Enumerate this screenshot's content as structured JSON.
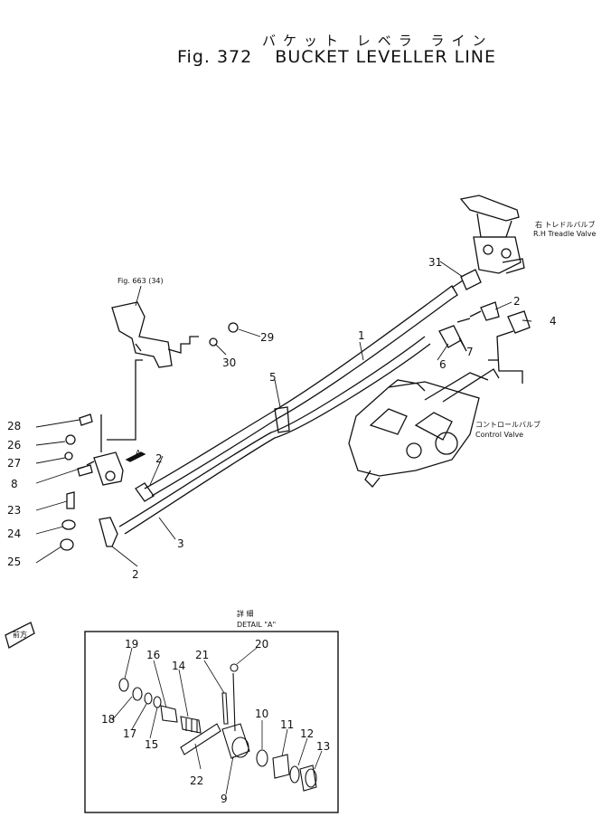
{
  "title": {
    "japanese": "バケット レベラ ライン",
    "fig": "Fig. 372",
    "english": "BUCKET LEVELLER LINE"
  },
  "labels": {
    "fig_ref": "Fig. 663 (34)",
    "treadle_jp": "右 トレドルバルブ",
    "treadle_en": "R.H Treadle Valve",
    "control_jp": "コントロールバルブ",
    "control_en": "Control Valve",
    "detail_jp": "詳 細",
    "detail_en": "DETAIL \"A\"",
    "arrow_a": "A",
    "front_mark": "前方"
  },
  "callouts": {
    "c1": "1",
    "c2a": "2",
    "c2b": "2",
    "c2c": "2",
    "c3": "3",
    "c4": "4",
    "c5": "5",
    "c6": "6",
    "c7": "7",
    "c8": "8",
    "c9": "9",
    "c10": "10",
    "c11": "11",
    "c12": "12",
    "c13": "13",
    "c14": "14",
    "c15": "15",
    "c16": "16",
    "c17": "17",
    "c18": "18",
    "c19": "19",
    "c20": "20",
    "c21": "21",
    "c22": "22",
    "c23": "23",
    "c24": "24",
    "c25": "25",
    "c26": "26",
    "c27": "27",
    "c28": "28",
    "c29": "29",
    "c30": "30",
    "c31": "31"
  }
}
